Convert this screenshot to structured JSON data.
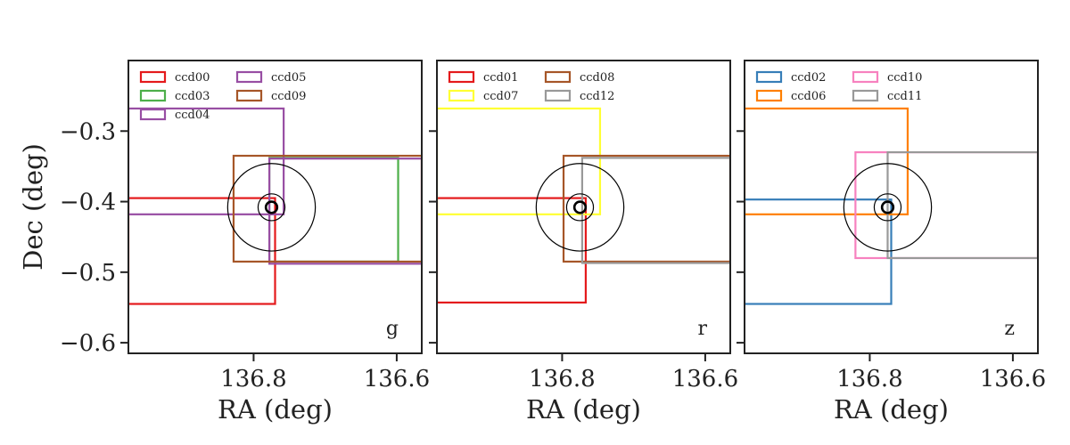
{
  "chart_data": {
    "type": "scatter",
    "xlabel": "RA (deg)",
    "ylabel": "Dec (deg)",
    "xlim": [
      136.975,
      136.565
    ],
    "ylim": [
      -0.615,
      -0.2
    ],
    "x_ticks": [
      136.8,
      136.6
    ],
    "x_tick_labels": [
      "136.8",
      "136.6"
    ],
    "y_ticks": [
      -0.3,
      -0.4,
      -0.5,
      -0.6
    ],
    "y_tick_labels": [
      "−0.3",
      "−0.4",
      "−0.5",
      "−0.6"
    ],
    "target": {
      "ra": 136.775,
      "dec": -0.408,
      "circle_radii_deg": [
        0.062,
        0.019,
        0.008
      ]
    },
    "panels": [
      {
        "band": "g",
        "legend": [
          {
            "name": "ccd00",
            "color": "#e41a1c"
          },
          {
            "name": "ccd03",
            "color": "#4daf4a"
          },
          {
            "name": "ccd04",
            "color": "#984ea3"
          },
          {
            "name": "ccd05",
            "color": "#984ea3"
          },
          {
            "name": "ccd09",
            "color": "#a65628"
          }
        ],
        "ccds": [
          {
            "name": "ccd00",
            "color": "#e41a1c",
            "ra_min": 136.77,
            "ra_max": 136.975,
            "dec_min": -0.545,
            "dec_max": -0.395
          },
          {
            "name": "ccd03",
            "color": "#4daf4a",
            "ra_min": 136.598,
            "ra_max": 136.778,
            "dec_min": -0.485,
            "dec_max": -0.338
          },
          {
            "name": "ccd04",
            "color": "#984ea3",
            "ra_min": 136.758,
            "ra_max": 136.975,
            "dec_min": -0.418,
            "dec_max": -0.268
          },
          {
            "name": "ccd05",
            "color": "#984ea3",
            "ra_min": 136.565,
            "ra_max": 136.778,
            "dec_min": -0.488,
            "dec_max": -0.339
          },
          {
            "name": "ccd09",
            "color": "#a65628",
            "ra_min": 136.565,
            "ra_max": 136.828,
            "dec_min": -0.485,
            "dec_max": -0.335
          }
        ]
      },
      {
        "band": "r",
        "legend": [
          {
            "name": "ccd01",
            "color": "#e41a1c"
          },
          {
            "name": "ccd07",
            "color": "#ffff33"
          },
          {
            "name": "ccd08",
            "color": "#a65628"
          },
          {
            "name": "ccd12",
            "color": "#999999"
          }
        ],
        "ccds": [
          {
            "name": "ccd01",
            "color": "#e41a1c",
            "ra_min": 136.767,
            "ra_max": 136.975,
            "dec_min": -0.543,
            "dec_max": -0.395
          },
          {
            "name": "ccd07",
            "color": "#ffff33",
            "ra_min": 136.747,
            "ra_max": 136.975,
            "dec_min": -0.418,
            "dec_max": -0.268
          },
          {
            "name": "ccd08",
            "color": "#a65628",
            "ra_min": 136.565,
            "ra_max": 136.798,
            "dec_min": -0.485,
            "dec_max": -0.335
          },
          {
            "name": "ccd12",
            "color": "#999999",
            "ra_min": 136.565,
            "ra_max": 136.772,
            "dec_min": -0.487,
            "dec_max": -0.338
          }
        ]
      },
      {
        "band": "z",
        "legend": [
          {
            "name": "ccd02",
            "color": "#377eb8"
          },
          {
            "name": "ccd06",
            "color": "#ff7f00"
          },
          {
            "name": "ccd10",
            "color": "#f781bf"
          },
          {
            "name": "ccd11",
            "color": "#999999"
          }
        ],
        "ccds": [
          {
            "name": "ccd02",
            "color": "#377eb8",
            "ra_min": 136.77,
            "ra_max": 136.975,
            "dec_min": -0.545,
            "dec_max": -0.397
          },
          {
            "name": "ccd06",
            "color": "#ff7f00",
            "ra_min": 136.747,
            "ra_max": 136.975,
            "dec_min": -0.418,
            "dec_max": -0.268
          },
          {
            "name": "ccd10",
            "color": "#f781bf",
            "ra_min": 136.565,
            "ra_max": 136.82,
            "dec_min": -0.48,
            "dec_max": -0.33
          },
          {
            "name": "ccd11",
            "color": "#999999",
            "ra_min": 136.565,
            "ra_max": 136.775,
            "dec_min": -0.48,
            "dec_max": -0.33
          }
        ]
      }
    ]
  }
}
